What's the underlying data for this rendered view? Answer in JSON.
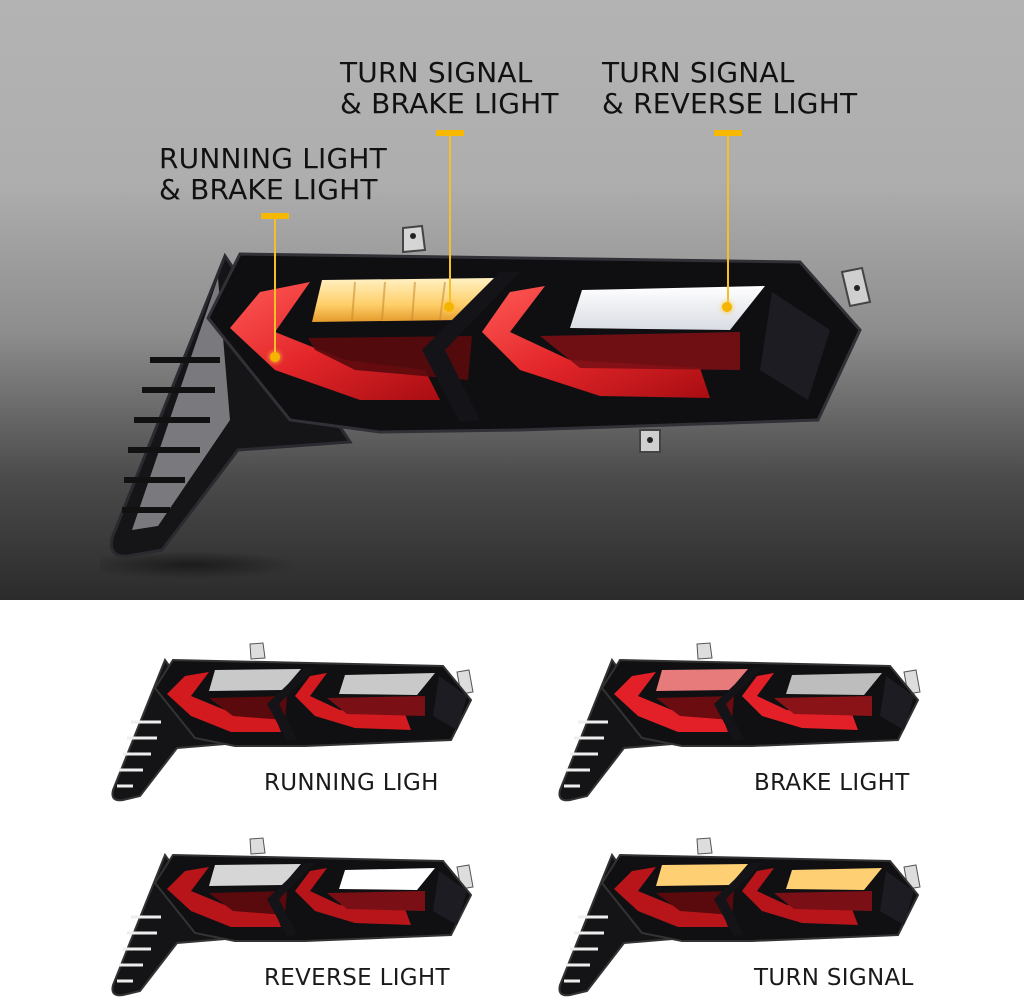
{
  "hero": {
    "background_top": "#b3b3b3",
    "background_bottom": "#2b2b2b",
    "marker_color": "#f6b800",
    "callouts": [
      {
        "id": "running-brake",
        "line1": "RUNNING LIGHT",
        "line2": "& BRAKE LIGHT"
      },
      {
        "id": "turn-brake",
        "line1": "TURN SIGNAL",
        "line2": "& BRAKE LIGHT"
      },
      {
        "id": "turn-reverse",
        "line1": "TURN SIGNAL",
        "line2": "& REVERSE LIGHT"
      }
    ]
  },
  "variants": [
    {
      "label": "RUNNING LIGH",
      "inner_left": "#c9c9c9",
      "inner_right": "#c9c9c9",
      "chevron": "#d21a1f"
    },
    {
      "label": "BRAKE LIGHT",
      "inner_left": "#e77a7a",
      "inner_right": "#bdbdbd",
      "chevron": "#e32027"
    },
    {
      "label": "REVERSE LIGHT",
      "inner_left": "#d6d6d6",
      "inner_right": "#ffffff",
      "chevron": "#b8151b"
    },
    {
      "label": "TURN SIGNAL",
      "inner_left": "#ffcf73",
      "inner_right": "#ffcf73",
      "chevron": "#b8151b"
    }
  ]
}
